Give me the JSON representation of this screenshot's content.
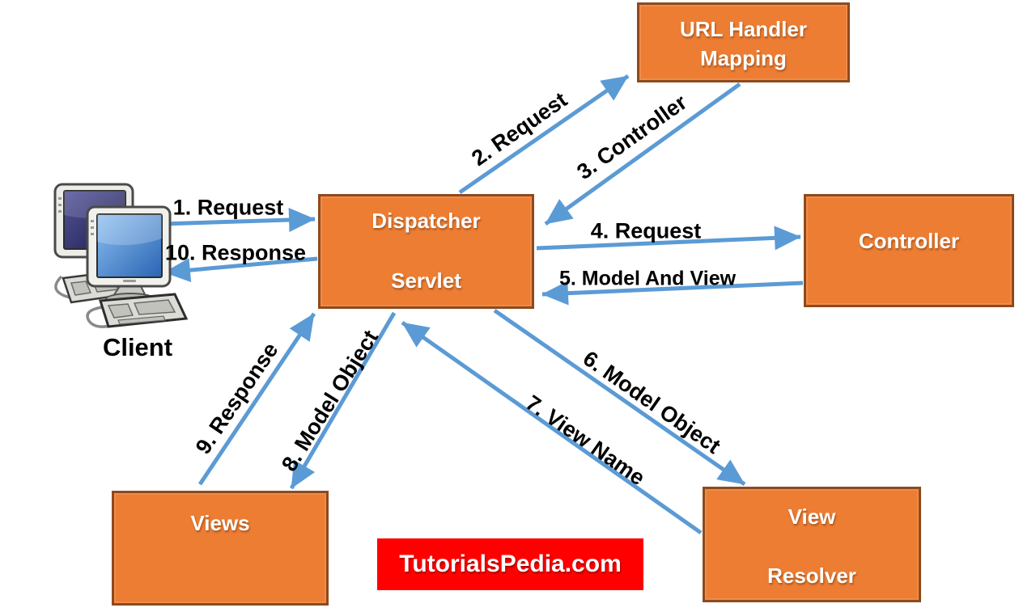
{
  "colors": {
    "box_fill": "#EC7D33",
    "box_border": "#8E4A1C",
    "box_text": "#FFFFFF",
    "arrow_blue": "#5B9BD5",
    "label_text": "#000000",
    "watermark_bg": "#FF0000",
    "watermark_text": "#FFFFFF"
  },
  "client": {
    "label": "Client",
    "icon": "two-computers-icon"
  },
  "nodes": {
    "url_handler_mapping": {
      "lines": [
        "URL Handler",
        "Mapping"
      ]
    },
    "dispatcher_servlet": {
      "lines": [
        "Dispatcher",
        "Servlet"
      ]
    },
    "controller": {
      "lines": [
        "Controller"
      ]
    },
    "views": {
      "lines": [
        "Views"
      ]
    },
    "view_resolver": {
      "lines": [
        "View",
        "Resolver"
      ]
    }
  },
  "flows": [
    {
      "step": 1,
      "label": "1. Request",
      "from": "client",
      "to": "dispatcher_servlet"
    },
    {
      "step": 2,
      "label": "2. Request",
      "from": "dispatcher_servlet",
      "to": "url_handler_mapping"
    },
    {
      "step": 3,
      "label": "3. Controller",
      "from": "url_handler_mapping",
      "to": "dispatcher_servlet"
    },
    {
      "step": 4,
      "label": "4. Request",
      "from": "dispatcher_servlet",
      "to": "controller"
    },
    {
      "step": 5,
      "label": "5. Model And View",
      "from": "controller",
      "to": "dispatcher_servlet"
    },
    {
      "step": 6,
      "label": "6. Model Object",
      "from": "dispatcher_servlet",
      "to": "view_resolver"
    },
    {
      "step": 7,
      "label": "7. View Name",
      "from": "view_resolver",
      "to": "dispatcher_servlet"
    },
    {
      "step": 8,
      "label": "8. Model Object",
      "from": "dispatcher_servlet",
      "to": "views"
    },
    {
      "step": 9,
      "label": "9. Response",
      "from": "views",
      "to": "dispatcher_servlet"
    },
    {
      "step": 10,
      "label": "10. Response",
      "from": "dispatcher_servlet",
      "to": "client"
    }
  ],
  "watermark": {
    "label": "TutorialsPedia.com"
  }
}
